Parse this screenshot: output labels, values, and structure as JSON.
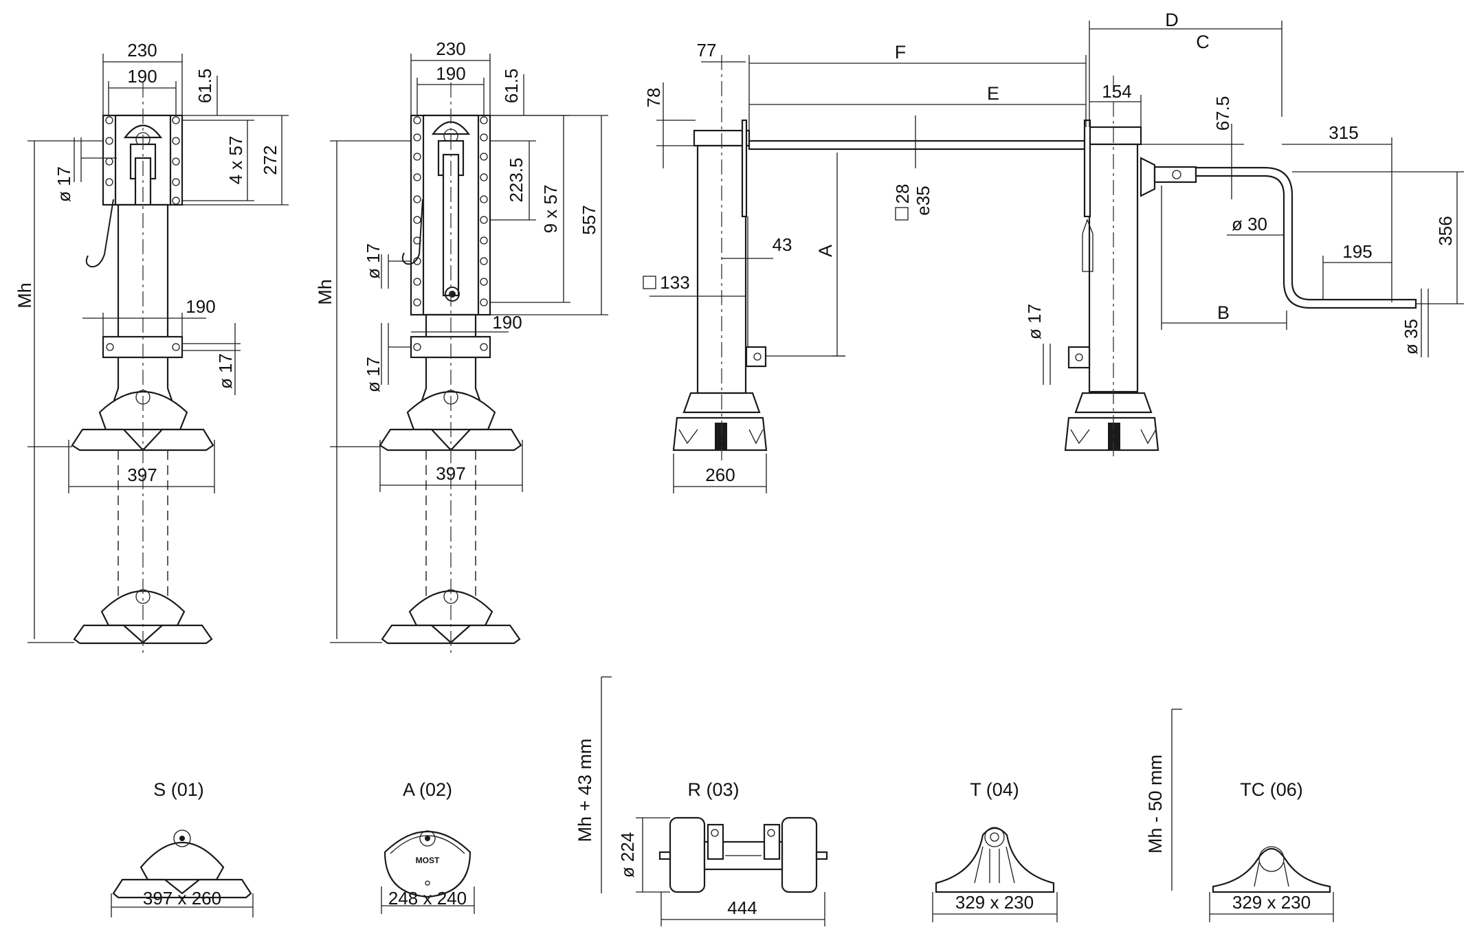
{
  "front_view_1": {
    "dims": {
      "w_top": "230",
      "w_inner": "190",
      "offset": "61.5",
      "holes": "4 x 57",
      "height": "272",
      "dia_top": "ø 17",
      "width_lower": "190",
      "dia_lower": "ø 17",
      "mh": "Mh",
      "foot": "397"
    }
  },
  "front_view_2": {
    "dims": {
      "w_top": "230",
      "w_inner": "190",
      "offset": "61.5",
      "spacing": "223.5",
      "holes": "9 x 57",
      "height": "557",
      "dia_a": "ø 17",
      "dia_b": "ø 17",
      "width_lower": "190",
      "mh": "Mh",
      "foot": "397",
      "badge": "MOST"
    }
  },
  "side_view": {
    "dims": {
      "d77": "77",
      "d78": "78",
      "F": "F",
      "E": "E",
      "D": "D",
      "C": "C",
      "d154": "154",
      "d67": "67.5",
      "d315": "315",
      "d356": "356",
      "d195": "195",
      "dia30": "ø 30",
      "dia35": "ø 35",
      "B": "B",
      "A": "A",
      "d43": "43",
      "sq133": "133",
      "sq28": "28",
      "e35": "e35",
      "dia17": "ø 17",
      "foot": "260"
    }
  },
  "feet": {
    "s": {
      "title": "S (01)",
      "size": "397 x 260"
    },
    "a": {
      "title": "A (02)",
      "size": "248 x 240"
    },
    "r": {
      "title": "R (03)",
      "height": "Mh + 43 mm",
      "dia": "ø 224",
      "width": "444"
    },
    "t": {
      "title": "T (04)",
      "size": "329 x 230"
    },
    "tc": {
      "title": "TC (06)",
      "height": "Mh - 50 mm",
      "size": "329 x 230"
    }
  }
}
